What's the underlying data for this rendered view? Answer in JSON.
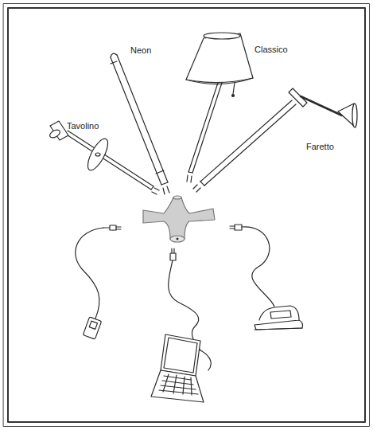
{
  "diagram": {
    "labels": [
      "Tavolino",
      "Neon",
      "Classico",
      "Faretto"
    ]
  }
}
